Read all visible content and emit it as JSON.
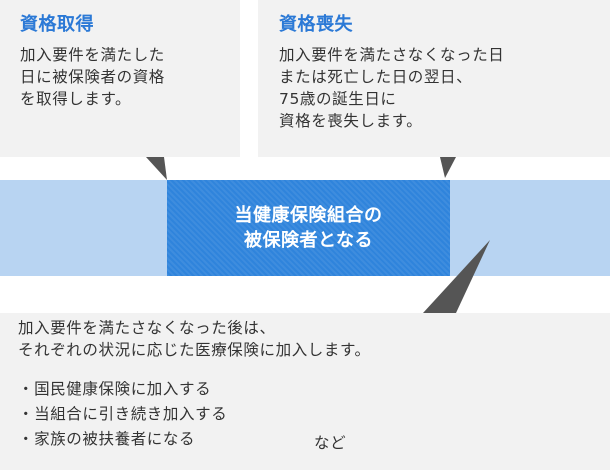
{
  "acquisition": {
    "title": "資格取得",
    "text": "加入要件を満たした\n日に被保険者の資格\nを取得します。"
  },
  "loss": {
    "title": "資格喪失",
    "text": "加入要件を満たさなくなった日\nまたは死亡した日の翌日、\n75歳の誕生日に\n資格を喪失します。"
  },
  "center": {
    "text": "当健康保険組合の\n被保険者となる"
  },
  "after": {
    "intro": "加入要件を満たさなくなった後は、\nそれぞれの状況に応じた医療保険に加入します。",
    "items": [
      "・国民健康保険に加入する",
      "・当組合に引き続き加入する",
      "・家族の被扶養者になる"
    ],
    "etc": "など"
  },
  "colors": {
    "title_blue": "#2b79d6",
    "center_blue": "#2f84dc",
    "band_light_blue": "#b8d4f2",
    "box_gray": "#f2f2f2"
  }
}
